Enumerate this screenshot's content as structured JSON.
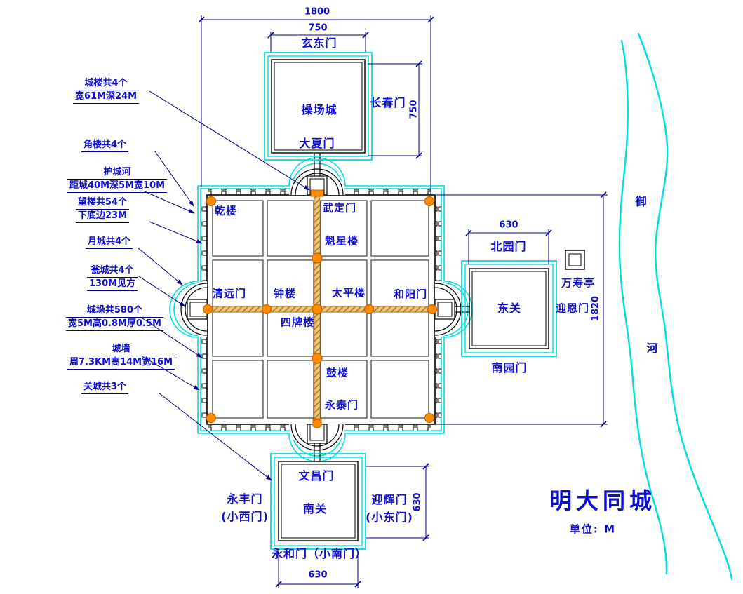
{
  "title": {
    "name": "明大同城",
    "unit": "单位: M"
  },
  "north_city": {
    "name": "操场城",
    "gate_north": "玄东门",
    "gate_south": "大夏门",
    "gate_east": "长春门"
  },
  "main_city": {
    "towers": {
      "qianlou": "乾楼",
      "kuixinglou": "魁星楼",
      "zhonglou": "钟楼",
      "taipinglou": "太平楼",
      "sipailou": "四牌楼",
      "gulou": "鼓楼"
    },
    "gates": {
      "north": "武定门",
      "west": "清远门",
      "east": "和阳门",
      "south": "永泰门"
    }
  },
  "east_city": {
    "name": "东关",
    "gate_north": "北园门",
    "gate_south": "南园门",
    "gate_east": "迎恩门",
    "pavilion": "万寿亭"
  },
  "south_city": {
    "name": "南关",
    "gate_north": "文昌门",
    "gate_west": "永丰门",
    "gate_west_alt": "(小西门)",
    "gate_east": "迎辉门",
    "gate_east_alt": "(小东门)",
    "gate_south": "永和门（小南门）"
  },
  "river": {
    "char1": "御",
    "char2": "河"
  },
  "dimensions": {
    "main_width": "1800",
    "north_city_width": "750",
    "north_city_height": "750",
    "main_height": "1820",
    "east_city_width": "630",
    "south_city_height": "630",
    "south_city_width": "630"
  },
  "annotations": [
    {
      "line1": "城楼共4个",
      "line2": "宽61M深24M"
    },
    {
      "line1": "角楼共4个"
    },
    {
      "line1": "护城河",
      "line2": "距城40M深5M宽10M"
    },
    {
      "line1": "望楼共54个",
      "line2": "下底边23M"
    },
    {
      "line1": "月城共4个"
    },
    {
      "line1": "瓮城共4个",
      "line2": "130M见方"
    },
    {
      "line1": "城垛共580个",
      "line2": "宽5M高0.8M厚0.5M"
    },
    {
      "line1": "城墙",
      "line2": "周7.3KM高14M宽16M"
    },
    {
      "line1": "关城共3个"
    }
  ],
  "colors": {
    "label_blue": "#0d0dcd",
    "line_navy": "#00008b",
    "moat_cyan": "#00dede",
    "road_fill": "#eac87e",
    "road_hatch": "#b5741c",
    "dot_orange": "#ff8c00"
  }
}
